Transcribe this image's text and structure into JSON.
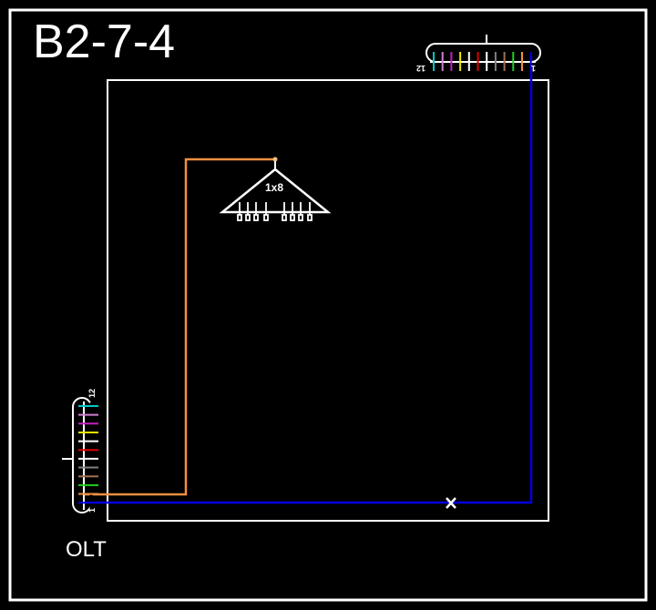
{
  "diagram": {
    "title": "B2-7-4",
    "olt_label": "OLT",
    "splitter_label": "1x8",
    "splitter_ports": 8,
    "cable_top": {
      "label_start": "12",
      "label_end": "1",
      "fibers": [
        "#00c8c8",
        "#d080d0",
        "#c020c0",
        "#e8e800",
        "#ffffff",
        "#e00000",
        "#ffffff",
        "#808080",
        "#a07050",
        "#20d020",
        "#f09040",
        "#0000e0"
      ]
    },
    "cable_left": {
      "label_start": "12",
      "label_end": "1",
      "fibers": [
        "#00c8c8",
        "#d080d0",
        "#c020c0",
        "#e8e800",
        "#ffffff",
        "#e00000",
        "#ffffff",
        "#808080",
        "#a07050",
        "#20d020",
        "#f09040",
        "#0000e0"
      ]
    },
    "connections": [
      {
        "name": "orange-fiber",
        "color": "#f09040",
        "from": "OLT fiber 11",
        "to": "1x8 splitter input"
      },
      {
        "name": "blue-fiber",
        "color": "#0000e0",
        "from": "OLT fiber 12",
        "to": "top cable fiber 1"
      }
    ],
    "break_marker": "×",
    "colors": {
      "background": "#000000",
      "frame": "#ffffff",
      "orange": "#f09040",
      "blue": "#0000e0"
    }
  }
}
